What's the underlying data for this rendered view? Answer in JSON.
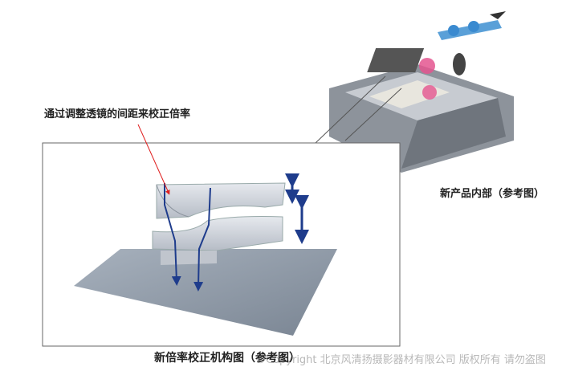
{
  "labels": {
    "callout": "通过调整透镜的间距来校正倍率",
    "inner_caption": "新产品内部（参考图）",
    "main_caption": "新倍率校正机构图（参考图）"
  },
  "watermark": "©Copyright 北京风清扬摄影器材有限公司 版权所有 请勿盗图",
  "colors": {
    "arrow": "#1e3c8c",
    "callout_line": "#e02020",
    "lens": "#c8ccd4",
    "base": "#8a96a4",
    "machine": "#9aa0a8"
  }
}
